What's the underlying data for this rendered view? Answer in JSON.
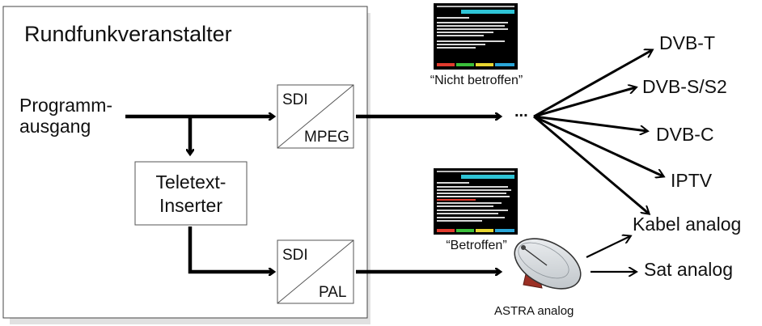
{
  "broadcaster": {
    "title": "Rundfunkveranstalter",
    "source_label_line1": "Programm-",
    "source_label_line2": "ausgang",
    "inserter_line1": "Teletext-",
    "inserter_line2": "Inserter",
    "encoder_top": {
      "in_label": "SDI",
      "out_label": "MPEG"
    },
    "encoder_bottom": {
      "in_label": "SDI",
      "out_label": "PAL"
    }
  },
  "screens": {
    "top_caption": "“Nicht betroffen”",
    "bottom_caption": "“Betroffen”"
  },
  "satellite": {
    "label": "ASTRA analog"
  },
  "digital_split": {
    "ellipsis": "..."
  },
  "targets": {
    "digital": [
      "DVB-T",
      "DVB-S/S2",
      "DVB-C",
      "IPTV"
    ],
    "analog": [
      "Kabel analog",
      "Sat analog"
    ]
  },
  "colors": {
    "line": "#000000",
    "panel_border": "#444444",
    "teletext_cyan": "#2fc4d6",
    "teletext_red": "#e23b2e",
    "teletext_green": "#3bbf3b",
    "teletext_yellow": "#e8d630",
    "teletext_blue": "#2aa6d8",
    "dish_body": "#d9dde0",
    "dish_mount": "#9b2f24"
  }
}
